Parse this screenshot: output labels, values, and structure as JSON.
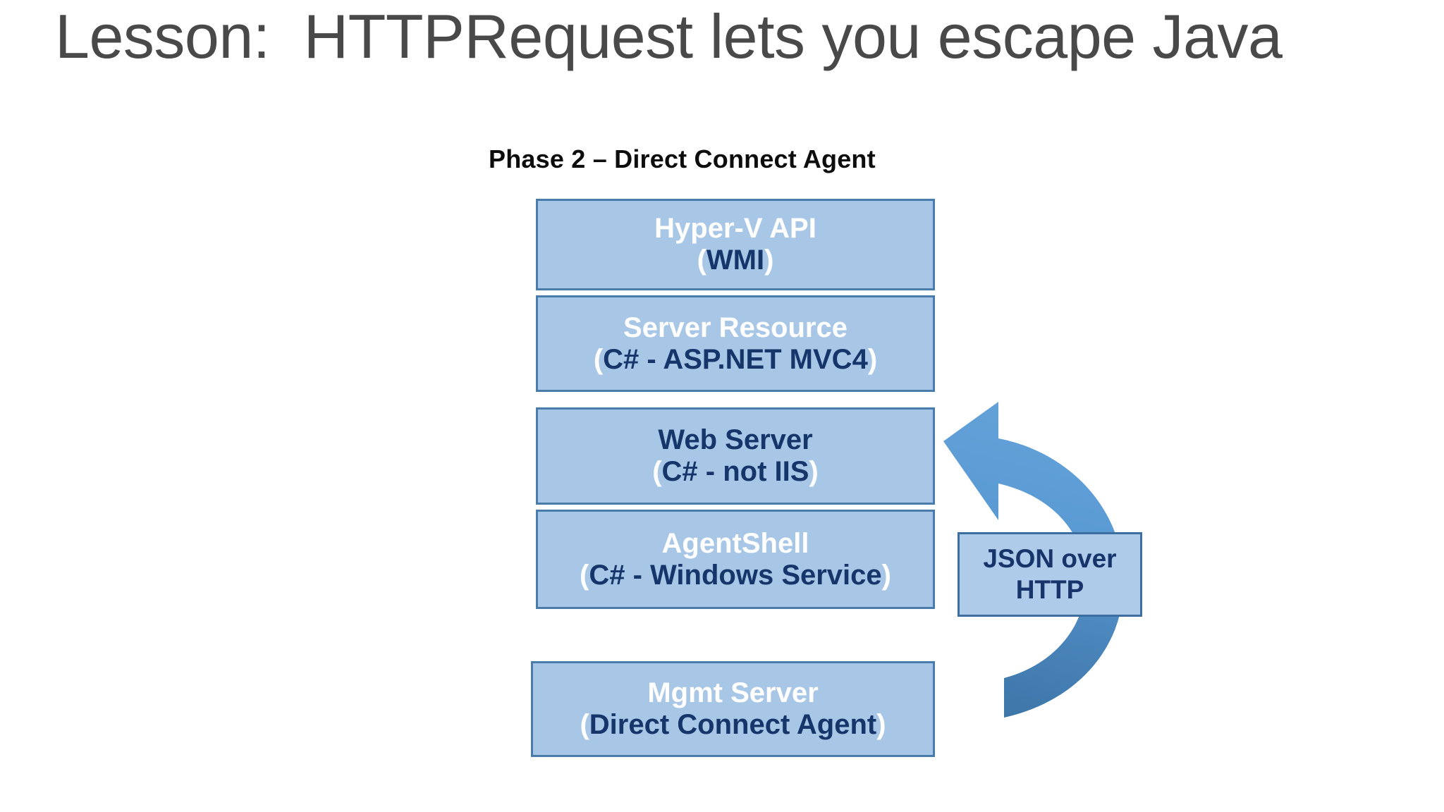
{
  "slide": {
    "title": "Lesson:  HTTPRequest lets you escape Java",
    "title_color": "#494949",
    "background": "#ffffff"
  },
  "diagram": {
    "heading": "Phase 2 – Direct Connect Agent",
    "heading_color": "#0d0d0d",
    "box_fill": "#a8c6e6",
    "box_border": "#4a7cab",
    "white_text": "#ffffff",
    "navy_text": "#16366b",
    "boxes": [
      {
        "id": "hyper-v-api",
        "title": "Hyper-V API",
        "title_color": "white",
        "paren_open": "(",
        "sub": "WMI",
        "paren_close": ")"
      },
      {
        "id": "server-resource",
        "title": "Server Resource",
        "title_color": "white",
        "paren_open": "(",
        "sub": "C# - ASP.NET MVC4",
        "paren_close": ")"
      },
      {
        "id": "web-server",
        "title": "Web Server",
        "title_color": "navy",
        "paren_open": "(",
        "sub": "C# - not IIS",
        "paren_close": ")"
      },
      {
        "id": "agent-shell",
        "title": "AgentShell",
        "title_color": "white",
        "paren_open": "(",
        "sub": "C# - Windows Service",
        "paren_close": ")"
      },
      {
        "id": "mgmt-server",
        "title": "Mgmt Server",
        "title_color": "white",
        "paren_open": "(",
        "sub": "Direct Connect Agent",
        "paren_close": ")"
      }
    ],
    "protocol_label": {
      "line1": "JSON over",
      "line2": "HTTP",
      "fill": "#aeccea",
      "border": "#3c6e9f",
      "text_color": "#17356a"
    },
    "arrow": {
      "name": "curved-return-arrow",
      "direction": "from Mgmt Server up to Web Server",
      "color_top": "#5b9bd5",
      "color_bottom": "#3d75a7"
    }
  }
}
